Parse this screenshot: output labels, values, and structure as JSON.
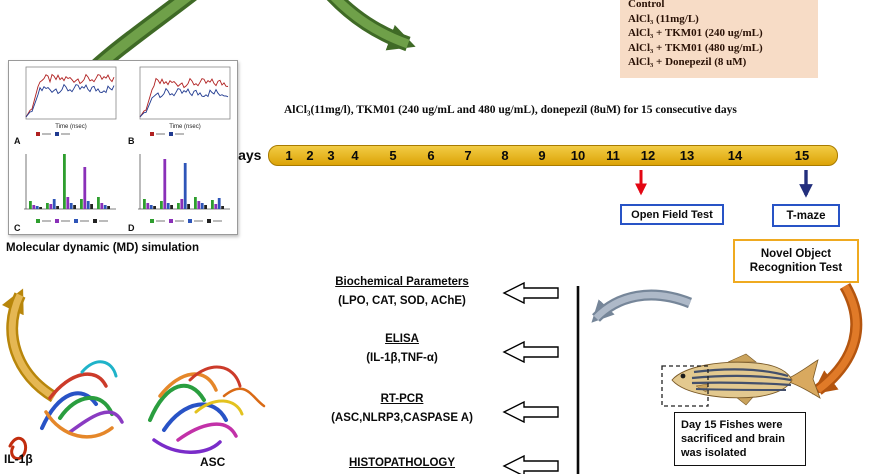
{
  "treatment_box": {
    "lines": [
      "Control",
      "AlCl₃ (11mg/L)",
      "AlCl₃ + TKM01 (240 ug/mL)",
      "AlCl₃ + TKM01 (480 ug/mL)",
      "AlCl₃ + Donepezil (8 uM)"
    ]
  },
  "timeline": {
    "heading": "AlCl₃(11mg/l), TKM01 (240 ug/mL and 480 ug/mL), donepezil (8uM) for 15 consecutive days",
    "days_label": "Days",
    "days": [
      "1",
      "2",
      "3",
      "4",
      "5",
      "6",
      "7",
      "8",
      "9",
      "10",
      "11",
      "12",
      "13",
      "14",
      "15"
    ]
  },
  "behavior_tests": {
    "open_field": "Open Field Test",
    "t_maze": "T-maze",
    "novel_object": "Novel Object Recognition Test"
  },
  "md_panel": {
    "caption": "Molecular dynamic (MD) simulation",
    "plot_labels": [
      "A",
      "B",
      "C",
      "D"
    ],
    "x_axis_label": "Time (nsec)"
  },
  "md_plots": {
    "type": "thumbnail",
    "line_colors": [
      "#b02020",
      "#203a90"
    ],
    "bar_colors": [
      "#2e9e2e",
      "#8a30b8",
      "#2e55b8",
      "#222222"
    ],
    "barsC": [
      8,
      4,
      3,
      2,
      6,
      5,
      10,
      3,
      55,
      12,
      6,
      4,
      10,
      42,
      8,
      5,
      12,
      6,
      4,
      3
    ],
    "barsD": [
      10,
      6,
      4,
      3,
      8,
      50,
      6,
      4,
      6,
      10,
      46,
      5,
      12,
      8,
      6,
      4,
      9,
      5,
      11,
      3
    ]
  },
  "assays": [
    {
      "title": "Biochemical Parameters",
      "detail": "(LPO, CAT, SOD, AChE)"
    },
    {
      "title": "ELISA",
      "detail": "(IL-1β,TNF-α)"
    },
    {
      "title": "RT-PCR",
      "detail": "(ASC,NLRP3,CASPASE A)"
    },
    {
      "title": "HISTOPATHOLOGY",
      "detail": ""
    }
  ],
  "sacrifice_note": "Day 15 Fishes were sacrificed and brain was isolated",
  "protein_labels": {
    "il1b": "IL-1β",
    "asc": "ASC"
  },
  "colors": {
    "timeline_bar": "#e4ae14",
    "treatment_box_bg": "#f7dcc6",
    "green_arrow": "#527f33",
    "gold_arrow": "#d9a93f",
    "orange_arrow": "#d2711f",
    "gray_arrow": "#93a2b8",
    "test_box_border_blue": "#2853c6",
    "novel_object_border": "#efaa20",
    "red_arrow": "#e30613",
    "navy_arrow": "#232f7d"
  }
}
